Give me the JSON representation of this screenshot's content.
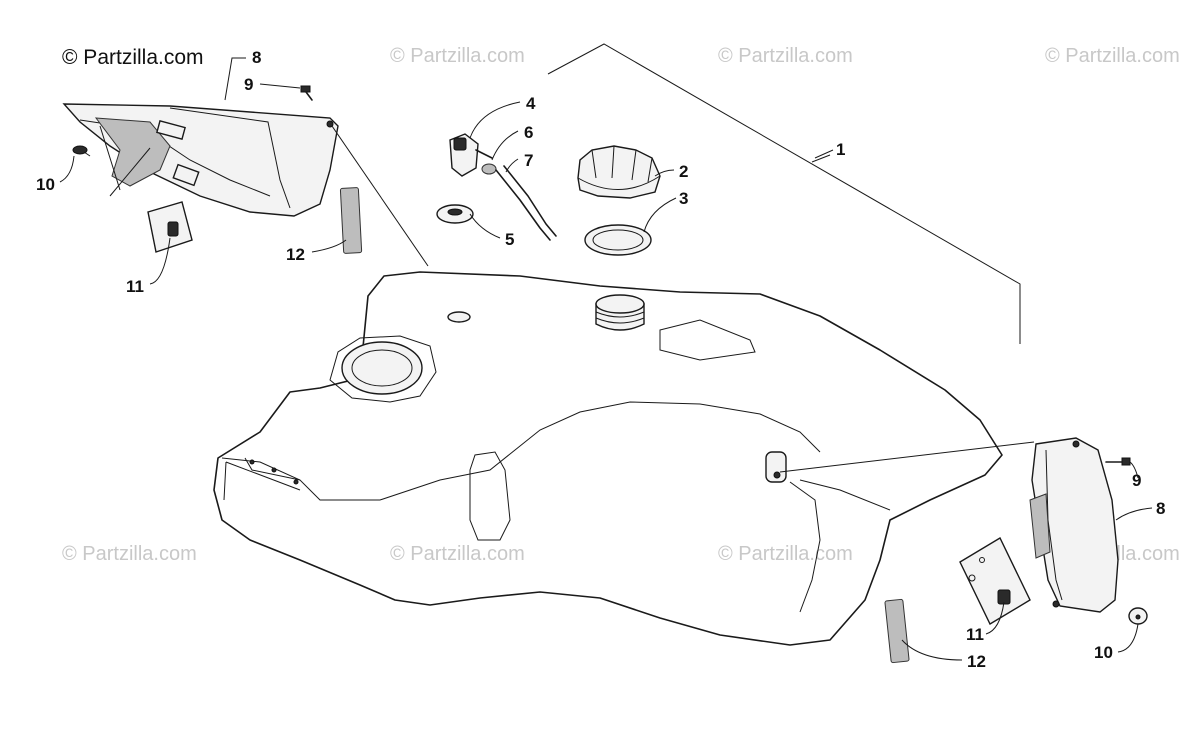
{
  "copyright": "© Partzilla.com",
  "watermark": "© Partzilla.com",
  "callouts": {
    "c1": "1",
    "c2": "2",
    "c3": "3",
    "c4": "4",
    "c5": "5",
    "c6": "6",
    "c7": "7",
    "c8_left": "8",
    "c9_left": "9",
    "c10_left": "10",
    "c11_left": "11",
    "c12_left": "12",
    "c8_right": "8",
    "c9_right": "9",
    "c10_right": "10",
    "c11_right": "11",
    "c12_right": "12"
  }
}
